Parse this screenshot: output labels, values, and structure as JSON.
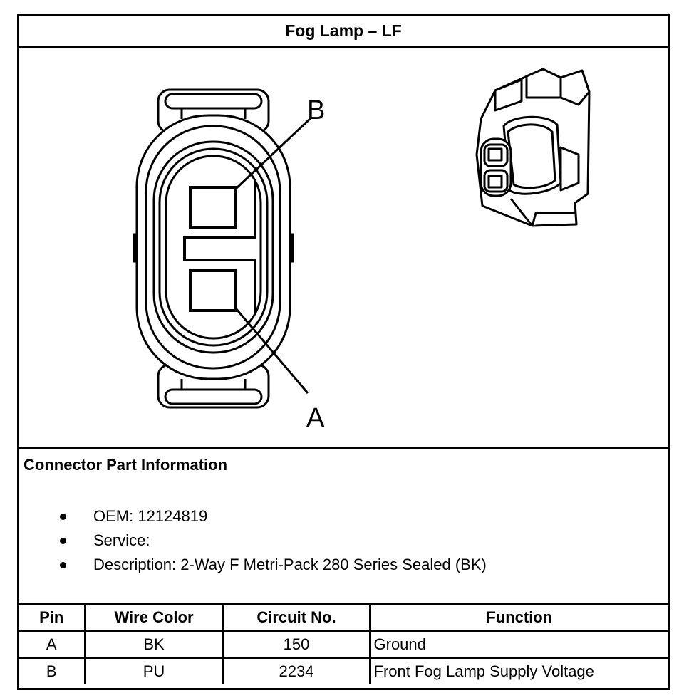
{
  "title": "Fog Lamp – LF",
  "diagram": {
    "callout_b": "B",
    "callout_a": "A"
  },
  "info": {
    "heading": "Connector Part Information",
    "bullets": [
      "OEM: 12124819",
      "Service:",
      "Description: 2-Way F Metri-Pack 280 Series Sealed (BK)"
    ]
  },
  "table": {
    "headers": [
      "Pin",
      "Wire Color",
      "Circuit No.",
      "Function"
    ],
    "rows": [
      [
        "A",
        "BK",
        "150",
        "Ground"
      ],
      [
        "B",
        "PU",
        "2234",
        "Front Fog Lamp Supply Voltage"
      ]
    ]
  }
}
